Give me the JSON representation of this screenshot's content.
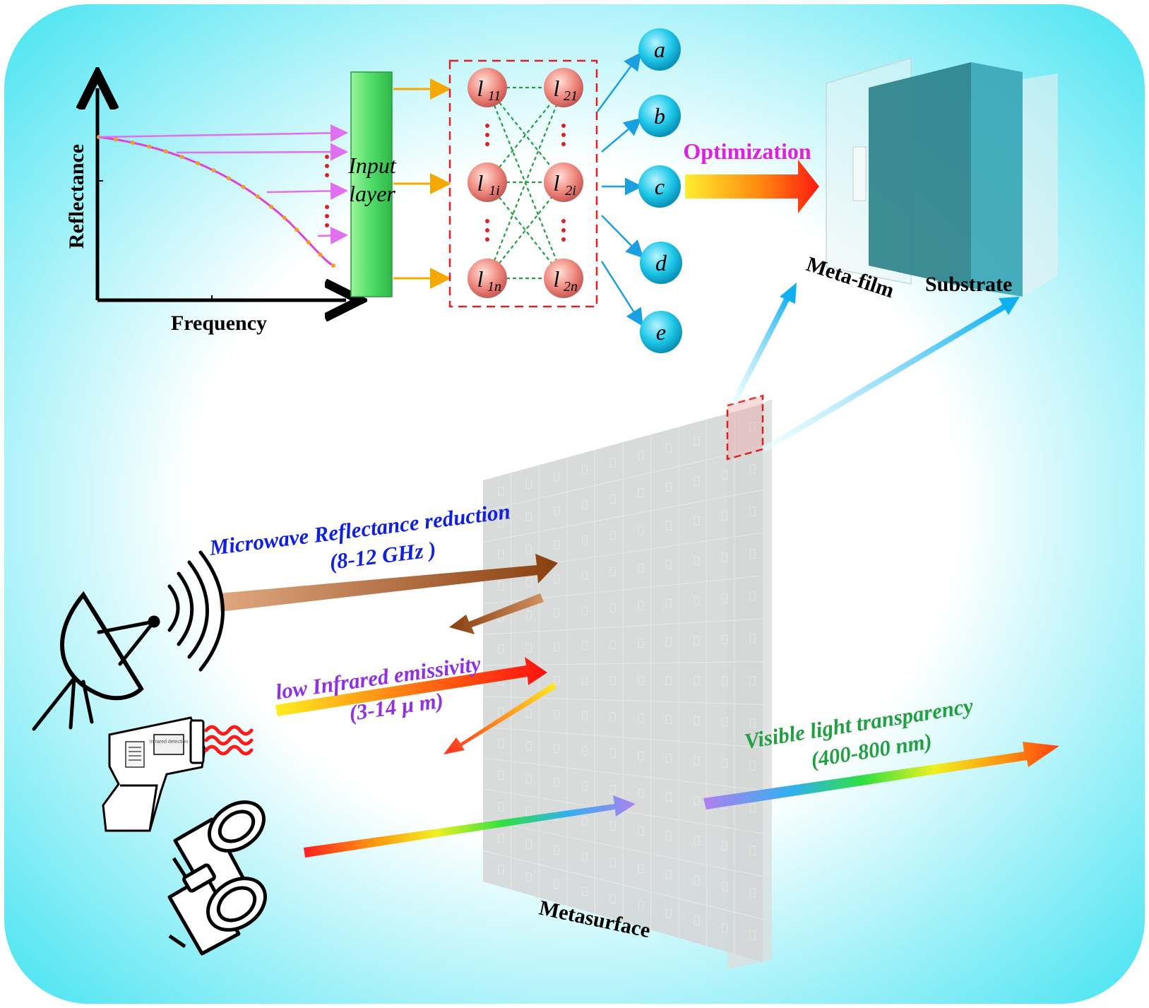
{
  "plot": {
    "y_axis_label": "Reflectance",
    "x_axis_label": "Frequency"
  },
  "input_layer": {
    "line1": "Input",
    "line2": "layer"
  },
  "neurons": {
    "layer1": [
      {
        "base": "l",
        "sub": "11"
      },
      {
        "base": "l",
        "sub": "1i"
      },
      {
        "base": "l",
        "sub": "1n"
      }
    ],
    "layer2": [
      {
        "base": "l",
        "sub": "21"
      },
      {
        "base": "l",
        "sub": "2i"
      },
      {
        "base": "l",
        "sub": "2n"
      }
    ]
  },
  "outputs": [
    "a",
    "b",
    "c",
    "d",
    "e"
  ],
  "optimization_label": "Optimization",
  "meta_film_label": "Meta-film",
  "substrate_label": "Substrate",
  "metasurface_label": "Metasurface",
  "microwave": {
    "line1": "Microwave Reflectance reduction",
    "line2": "(8-12 GHz )"
  },
  "infrared": {
    "line1": "low Infrared emissivity",
    "line2": "(3-14 μ m)"
  },
  "visible": {
    "line1": "Visible light transparency",
    "line2": "(400-800 nm)"
  },
  "thermometer_screen_text": "Infrared detection",
  "colors": {
    "bg_center": "#ffffff",
    "bg_edge": "#2fe0f0",
    "curve": "#e040e0",
    "input_layer": "#5fe07a",
    "neuron": "#f08a80",
    "output_node": "#1ec8e8",
    "dashed_box": "#e02020",
    "optimization_text": "#e020e0",
    "microwave_text": "#1020e0",
    "infrared_text": "#9030e0",
    "visible_text": "#20a040",
    "microwave_arrow": "#8a4010",
    "film": "#2a7f88"
  },
  "icons": [
    "satellite-dish-icon",
    "infrared-thermometer-icon",
    "heat-wave-icon",
    "binoculars-icon"
  ]
}
